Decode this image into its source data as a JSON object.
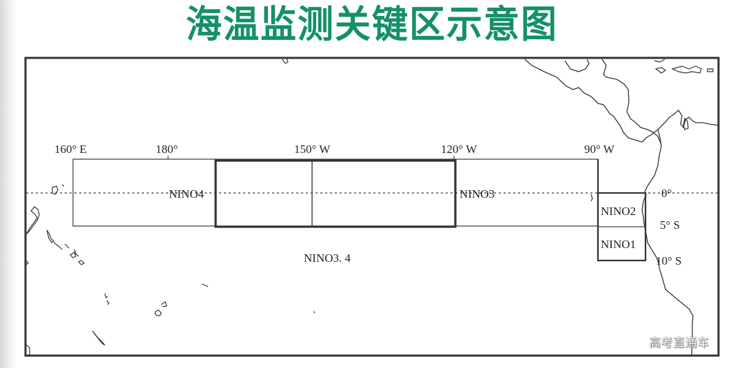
{
  "title": "海温监测关键区示意图",
  "watermark": "高考直通车",
  "colors": {
    "title": "#14906a",
    "lines": "#333333",
    "background": "#ffffff"
  },
  "map": {
    "longitude_labels": [
      "160° E",
      "180°",
      "150° W",
      "120° W",
      "90° W"
    ],
    "latitude_labels": [
      "0°",
      "5° S",
      "10° S"
    ],
    "regions": [
      {
        "name": "NINO4",
        "label": "NINO4",
        "extent": "160°E–150°W, 5°N–5°S"
      },
      {
        "name": "NINO3.4",
        "label": "NINO3. 4",
        "extent": "170°W–120°W, 5°N–5°S",
        "emphasized": true
      },
      {
        "name": "NINO3",
        "label": "NINO3",
        "extent": "150°W–90°W, 5°N–5°S"
      },
      {
        "name": "NINO2",
        "label": "NINO2",
        "extent": "90°W–80°W, 0°–5°S"
      },
      {
        "name": "NINO1",
        "label": "NINO1",
        "extent": "90°W–80°W, 5°S–10°S"
      }
    ],
    "equator_line": "dotted"
  }
}
